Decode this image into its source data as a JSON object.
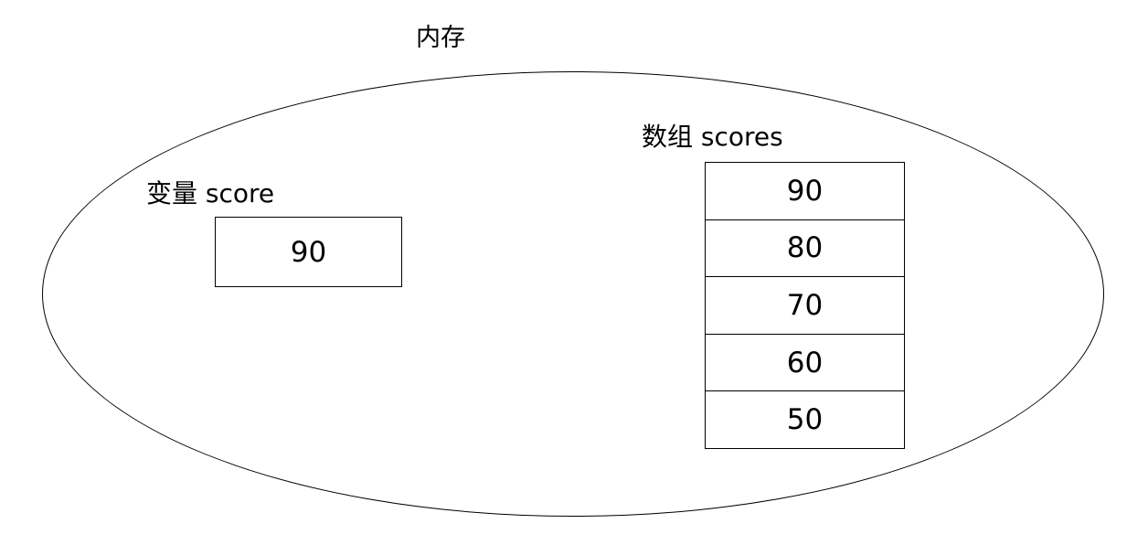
{
  "diagram": {
    "title": "内存",
    "variable": {
      "label": "变量 score",
      "value": "90"
    },
    "array": {
      "label": "数组 scores",
      "cells": [
        "90",
        "80",
        "70",
        "60",
        "50"
      ]
    },
    "colors": {
      "line": "#000000",
      "text": "#000000",
      "background": "#ffffff"
    }
  }
}
